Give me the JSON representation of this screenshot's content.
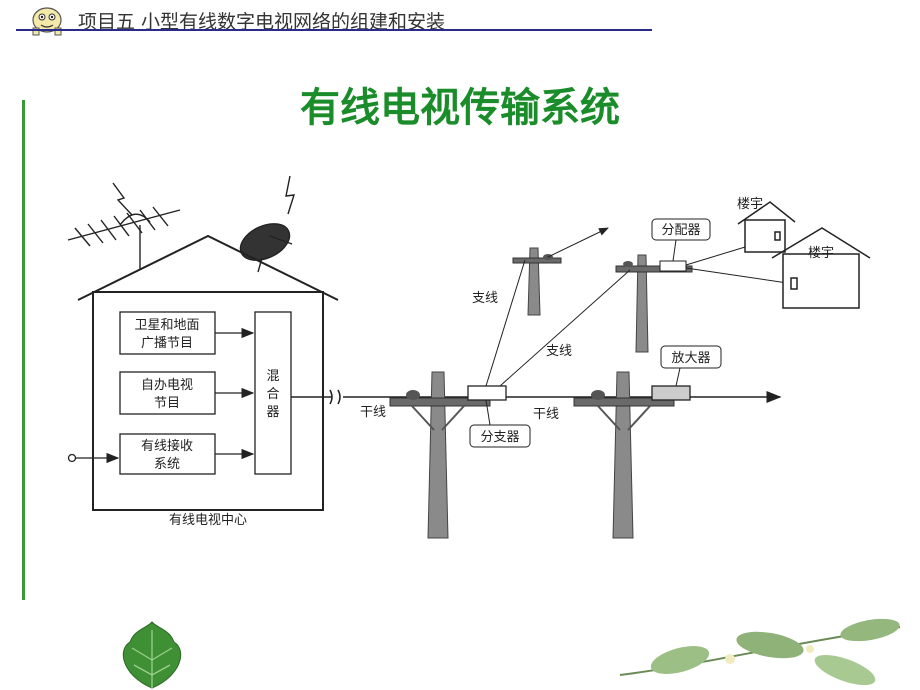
{
  "header": {
    "title": "项目五  小型有线数字电视网络的组建和安装"
  },
  "slide": {
    "title": "有线电视传输系统"
  },
  "diagram": {
    "center_label": "有线电视中心",
    "box_satellite_line1": "卫星和地面",
    "box_satellite_line2": "广播节目",
    "box_selfrun_line1": "自办电视",
    "box_selfrun_line2": "节目",
    "box_cable_line1": "有线接收",
    "box_cable_line2": "系统",
    "mixer_c1": "混",
    "mixer_c2": "合",
    "mixer_c3": "器",
    "trunk_line_1": "干线",
    "trunk_line_2": "干线",
    "branch_line_1": "支线",
    "branch_line_2": "支线",
    "splitter": "分支器",
    "distributor": "分配器",
    "amplifier": "放大器",
    "building_small": "楼宇",
    "building_large": "楼宇"
  }
}
